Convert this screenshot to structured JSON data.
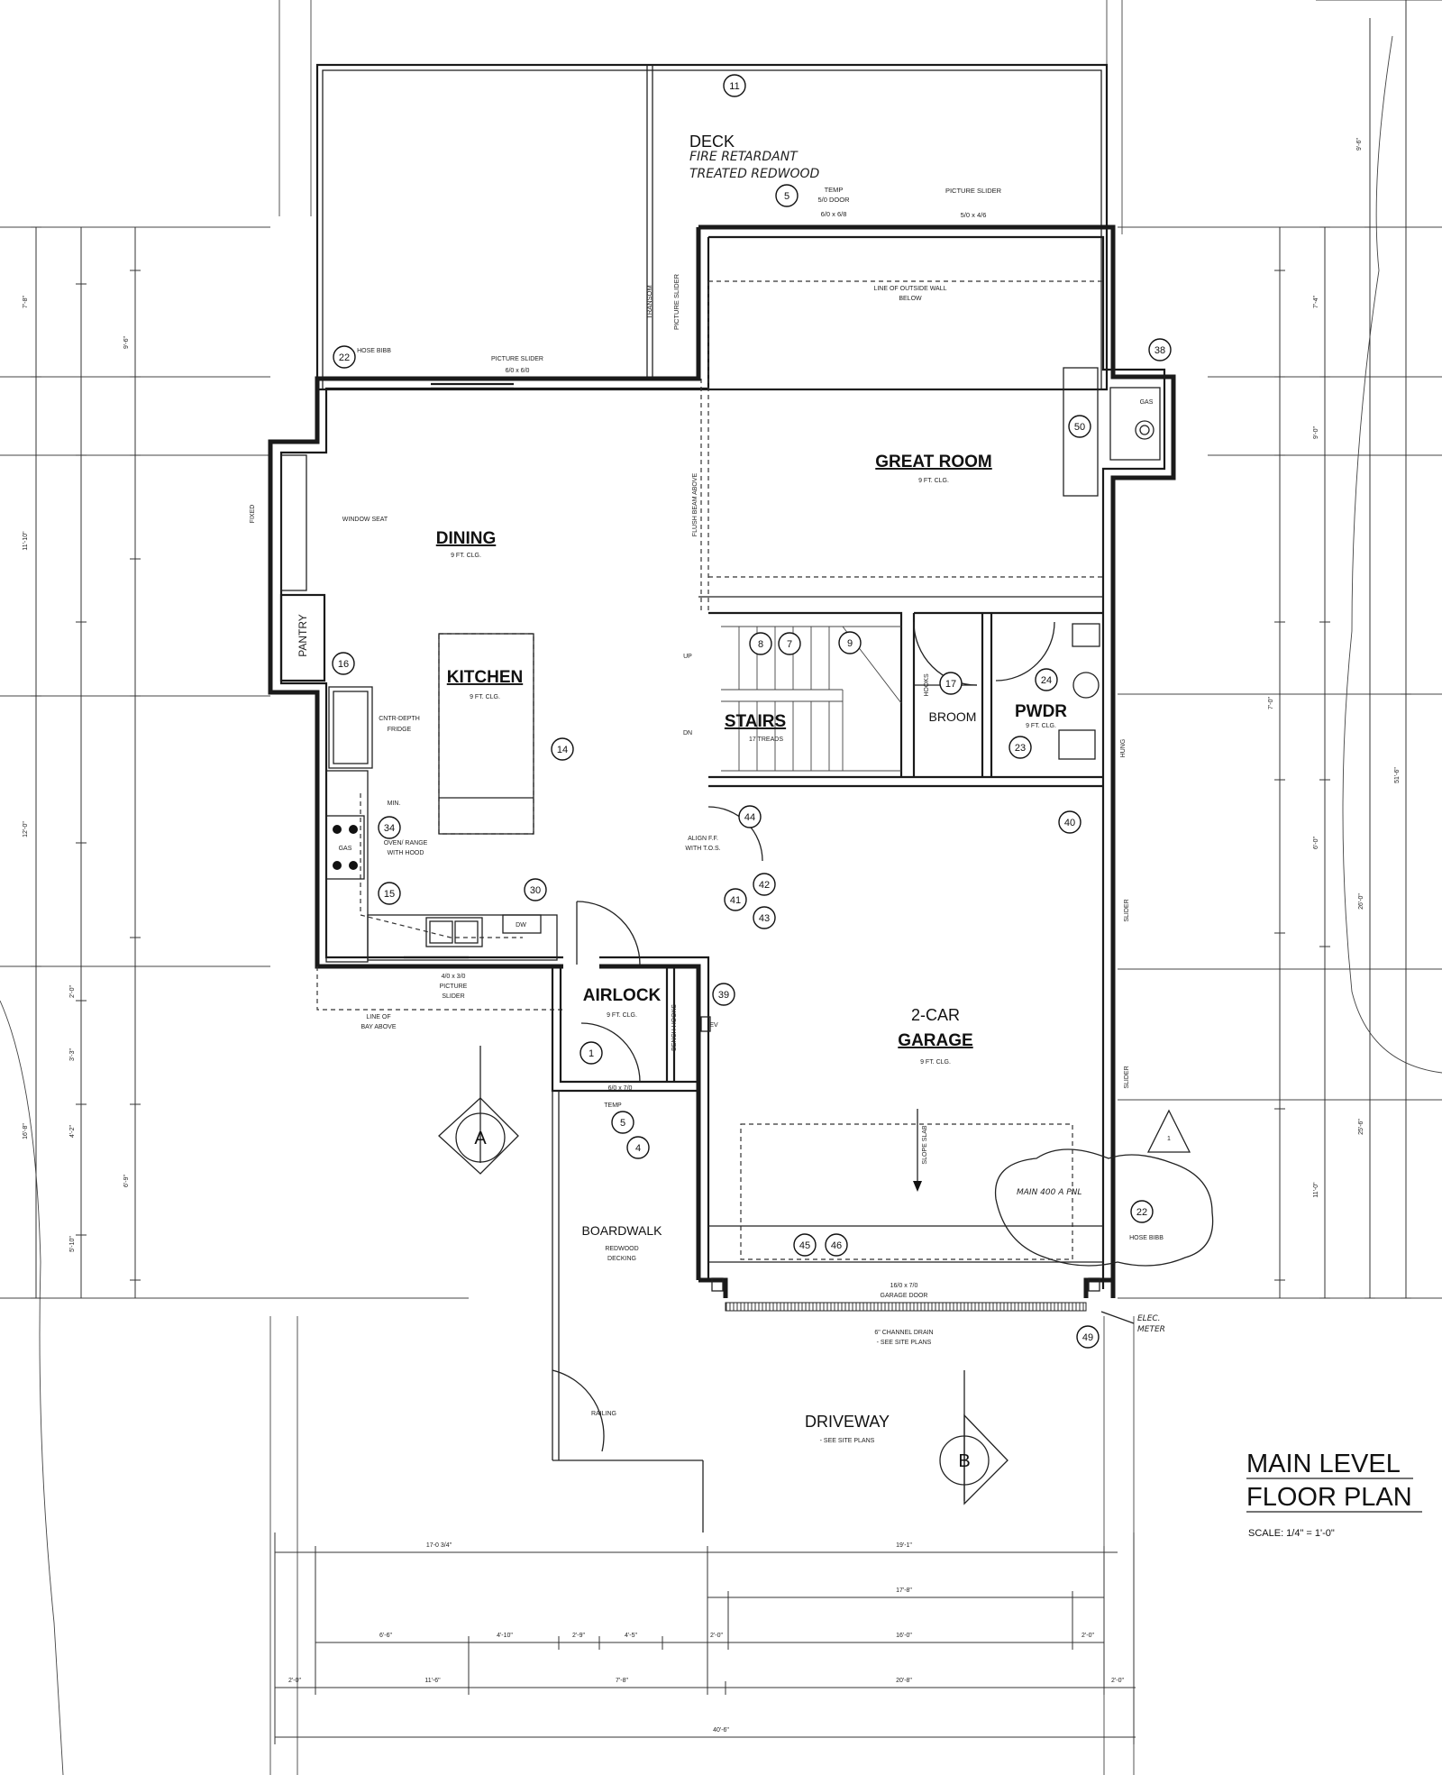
{
  "title": {
    "line1": "MAIN LEVEL",
    "line2": "FLOOR PLAN",
    "scale": "SCALE: 1/4\" = 1'-0\""
  },
  "rooms": {
    "deck": "DECK",
    "great_room": "GREAT ROOM",
    "great_room_clg": "9 FT. CLG.",
    "dining": "DINING",
    "dining_clg": "9 FT. CLG.",
    "kitchen": "KITCHEN",
    "kitchen_clg": "9 FT. CLG.",
    "pantry": "PANTRY",
    "stairs": "STAIRS",
    "stairs_treads": "17 TREADS",
    "broom": "BROOM",
    "pwdr": "PWDR",
    "pwdr_clg": "9 FT. CLG.",
    "airlock": "AIRLOCK",
    "airlock_clg": "9 FT. CLG.",
    "garage_1": "2-CAR",
    "garage_2": "GARAGE",
    "garage_clg": "9 FT. CLG.",
    "boardwalk": "BOARDWALK",
    "boardwalk_sub1": "REDWOOD",
    "boardwalk_sub2": "DECKING",
    "driveway": "DRIVEWAY",
    "driveway_sub": "- SEE SITE PLANS"
  },
  "notes": {
    "hose_bibb": "HOSE BIBB",
    "picture_slider_top": "PICTURE SLIDER",
    "picture_slider_top_size": "6/0 x 6/0",
    "temp_door": "TEMP",
    "door_5_0": "5/0 DOOR",
    "door_size": "6/0 x 6/8",
    "picture_slider_right": "PICTURE SLIDER",
    "picture_slider_right_size": "5/0 x 4/6",
    "line_outside_wall": "LINE OF OUTSIDE WALL",
    "below": "BELOW",
    "transom": "TRANSOM",
    "flush_beam": "FLUSH BEAM ABOVE",
    "window_seat": "WINDOW SEAT",
    "fixed": "FIXED",
    "cntr_depth": "CNTR-DEPTH",
    "fridge": "FRIDGE",
    "min": "MIN.",
    "oven_range": "OVEN/ RANGE",
    "with_hood": "WITH HOOD",
    "gas": "GAS",
    "dw": "DW",
    "picture_slider_kitchen": "4/0 x 3/0",
    "picture_slider_kitchen2": "PICTURE",
    "picture_slider_kitchen3": "SLIDER",
    "line_bay": "LINE OF",
    "bay_above": "BAY ABOVE",
    "align": "ALIGN F.F.",
    "with_tos": "WITH T.O.S.",
    "bench_hooks": "BENCH HOOKS",
    "hooks": "HOOKS",
    "ev": "EV",
    "up": "UP",
    "dn": "DN",
    "airlock_door": "6/0 x 7/0",
    "airlock_temp": "TEMP",
    "slider_garage1": "SLIDER",
    "slider_garage2": "SLIDER",
    "slope_slab": "SLOPE SLAB",
    "garage_door": "16/0 x 7/0",
    "garage_door_label": "GARAGE DOOR",
    "channel_drain": "6\" CHANNEL DRAIN",
    "see_site": "- SEE SITE PLANS",
    "railing": "RAILING",
    "hose_bibb_2": "HOSE BIBB",
    "gas_fireplace": "GAS",
    "hung": "HUNG"
  },
  "handwritten": {
    "deck_note_1": "FIRE RETARDANT",
    "deck_note_2": "TREATED REDWOOD",
    "elec_meter_1": "ELEC.",
    "elec_meter_2": "METER",
    "main_panel": "MAIN 400 A PNL"
  },
  "tags": [
    "11",
    "5",
    "22",
    "38",
    "50",
    "16",
    "14",
    "34",
    "15",
    "30",
    "8",
    "7",
    "9",
    "17",
    "24",
    "23",
    "44",
    "40",
    "41",
    "42",
    "43",
    "39",
    "1",
    "5",
    "4",
    "45",
    "46",
    "22",
    "49"
  ],
  "section_marks": {
    "a": "A",
    "b": "B",
    "det": "1"
  },
  "dims_bottom": [
    "17-0 3/4\"",
    "19'-1\"",
    "17'-8\"",
    "6'-6\"",
    "4'-10\"",
    "2'-9\"",
    "4'-5\"",
    "2'-0\"",
    "16'-0\"",
    "2'-0\"",
    "2'-0\"",
    "11'-6\"",
    "7'-8\"",
    "20'-8\"",
    "2'-0\"",
    "40'-6\""
  ],
  "dims_left": [
    "7'-8\"",
    "11'-10\"",
    "12'-0\"",
    "16'-8\"",
    "2'-0\"",
    "3'-3\"",
    "4'-2\"",
    "6'-9\"",
    "5'-10\"",
    "9'-6\""
  ],
  "dims_right": [
    "7'-4\"",
    "9'-0\"",
    "7'-0\"",
    "6'-0\"",
    "11'-0\"",
    "9'-6\"",
    "51'-6\"",
    "26'-0\"",
    "25'-6\""
  ],
  "colors": {
    "line": "#1a1a1a",
    "background": "#ffffff"
  }
}
